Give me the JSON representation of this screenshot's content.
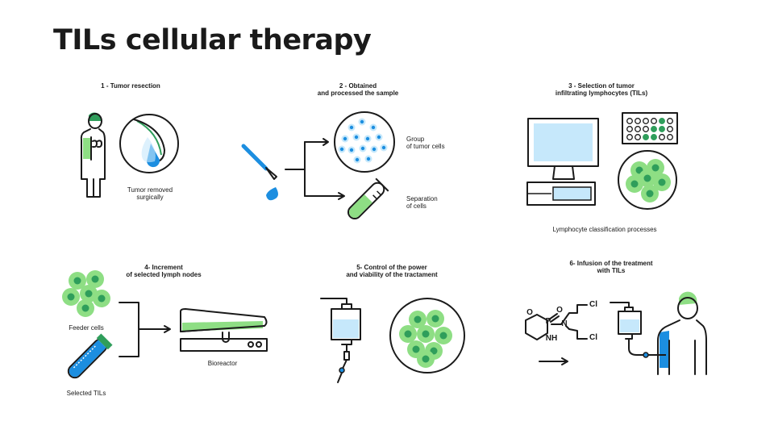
{
  "title": "TILs cellular therapy",
  "colors": {
    "green": "#8ede84",
    "dark_green": "#2f9e5b",
    "blue": "#1c8ee0",
    "light_blue": "#c6e8fb",
    "ink": "#1a1a1a"
  },
  "steps": [
    {
      "heading": [
        "1 - Tumor resection"
      ],
      "labels": [
        [
          "Tumor removed",
          "surgically"
        ]
      ]
    },
    {
      "heading": [
        "2 - Obtained",
        "and processed the sample"
      ],
      "labels": [
        [
          "Group",
          "of tumor cells"
        ],
        [
          "Separation",
          "of cells"
        ]
      ]
    },
    {
      "heading": [
        "3 - Selection of tumor",
        "infiltrating lymphocytes (TILs)"
      ],
      "labels": [
        [
          "Lymphocyte classification processes"
        ]
      ]
    },
    {
      "heading": [
        "4-  Increment",
        "of selected lymph nodes"
      ],
      "labels": [
        [
          "Feeder cells"
        ],
        [
          "Selected TILs"
        ],
        [
          "Bioreactor"
        ]
      ]
    },
    {
      "heading": [
        "5-  Control of the power",
        "and viability of the tractament"
      ],
      "labels": []
    },
    {
      "heading": [
        "6-  Infusion of the treatment",
        "with TILs"
      ],
      "labels": []
    }
  ],
  "molecule": {
    "atoms": [
      "O",
      "P",
      "O",
      "N",
      "Cl",
      "Cl",
      "NH"
    ]
  }
}
